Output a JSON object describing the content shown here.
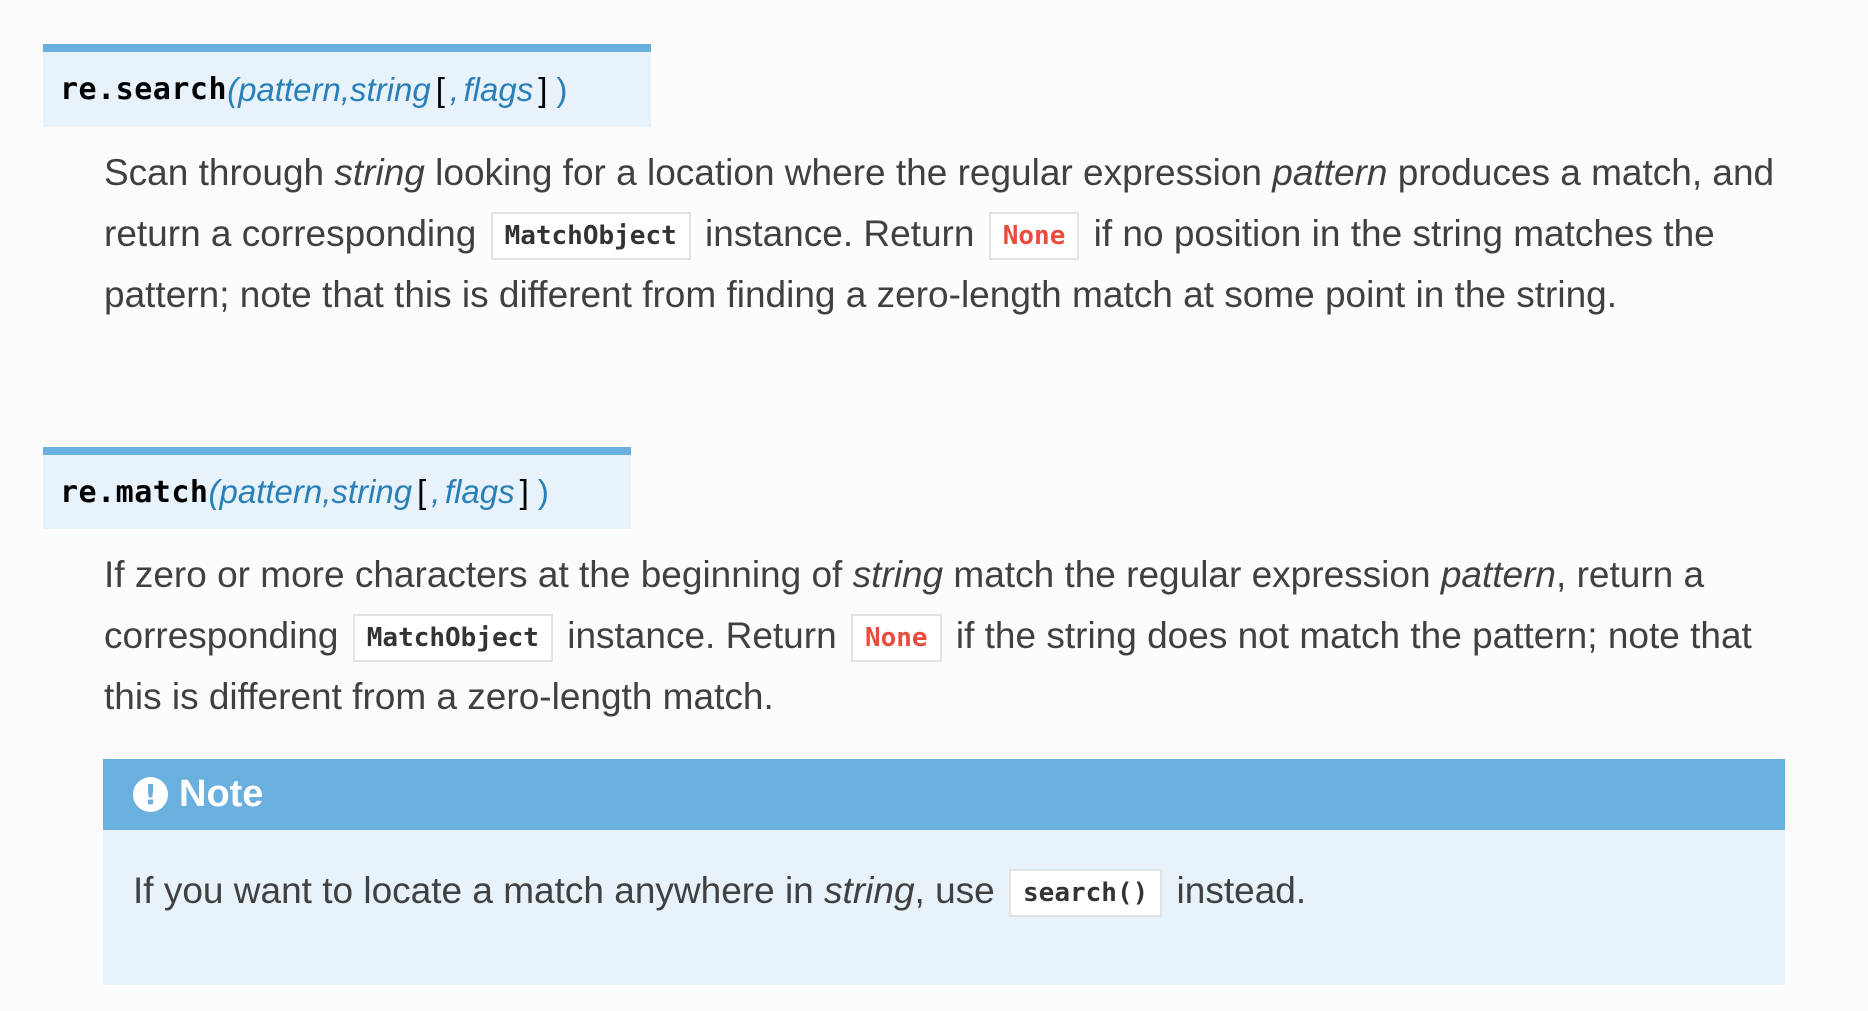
{
  "functions": [
    {
      "name": "re.search",
      "open_paren": "(",
      "params": [
        "pattern",
        "string"
      ],
      "param_sep": ", ",
      "optional_open": "[",
      "optional_comma": ",",
      "optional_param": "flags",
      "optional_close": "]",
      "close_paren": ")",
      "description": {
        "t1": "Scan through ",
        "em1": "string",
        "t2": " looking for a location where the regular expression ",
        "em2": "pattern",
        "t3": " produces a match, and return a corresponding ",
        "code1": "MatchObject",
        "t4": " instance. Return ",
        "code2": "None",
        "t5": " if no position in the string matches the pattern; note that this is different from finding a zero-length match at some point in the string."
      }
    },
    {
      "name": "re.match",
      "open_paren": "(",
      "params": [
        "pattern",
        "string"
      ],
      "param_sep": ", ",
      "optional_open": "[",
      "optional_comma": ",",
      "optional_param": "flags",
      "optional_close": "]",
      "close_paren": ")",
      "description": {
        "t1": "If zero or more characters at the beginning of ",
        "em1": "string",
        "t2": " match the regular expression ",
        "em2": "pattern",
        "t3": ", return a corresponding ",
        "code1": "MatchObject",
        "t4": " instance. Return ",
        "code2": "None",
        "t5": " if the string does not match the pattern; note that this is different from a zero-length match."
      }
    }
  ],
  "note": {
    "icon": "exclamation-circle-icon",
    "icon_glyph": "!",
    "title": "Note",
    "t1": "If you want to locate a match anywhere in ",
    "em1": "string",
    "t2": ", use ",
    "code1": "search()",
    "t3": " instead."
  },
  "colors": {
    "signature_bg": "#e7f2fa",
    "signature_border": "#6ab0de",
    "param_color": "#2980b9",
    "literal_color": "#e74c3c",
    "note_header_bg": "#6ab0de",
    "note_body_bg": "#e7f2fa",
    "body_text": "#404040",
    "page_bg": "#fcfcfc"
  }
}
